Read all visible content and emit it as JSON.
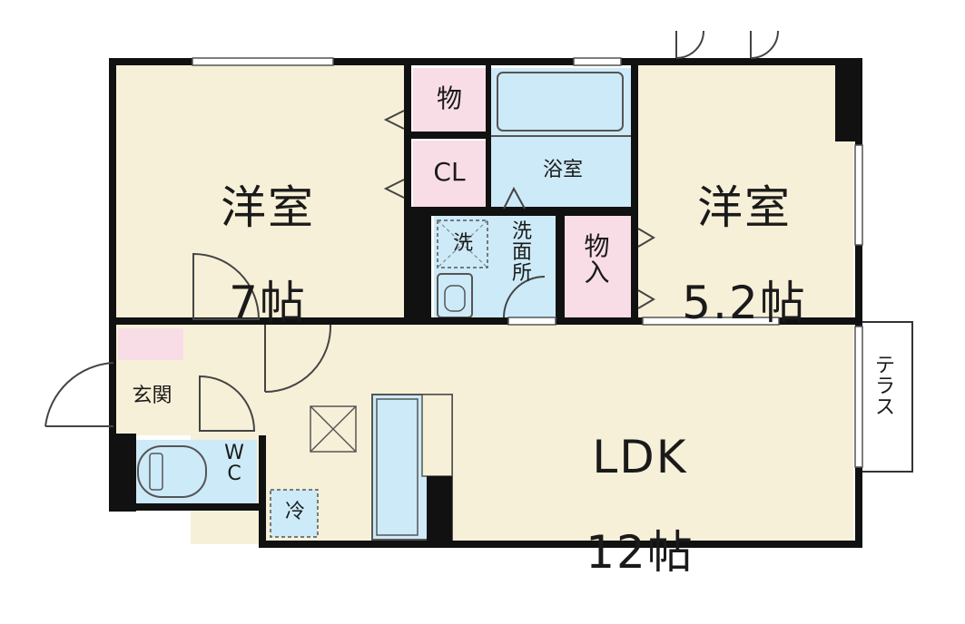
{
  "rooms": {
    "western_7": {
      "name": "洋室",
      "size": "7帖"
    },
    "western_52": {
      "name": "洋室",
      "size": "5.2帖"
    },
    "ldk": {
      "name": "LDK",
      "size": "12帖"
    },
    "storage_top": "物",
    "closet": "CL",
    "bath": "浴室",
    "washer": "洗",
    "washroom": "洗\n面\n所",
    "storage_mid": "物\n入",
    "entrance": "玄関",
    "wc": "W\nC",
    "fridge": "冷",
    "terrace": "テ\nラ\nス"
  },
  "colors": {
    "wall": "#111111",
    "floor": "#f7f0d8",
    "wet": "#cdeaf8",
    "storage": "#f8dde7",
    "terrace": "#ffffff"
  }
}
